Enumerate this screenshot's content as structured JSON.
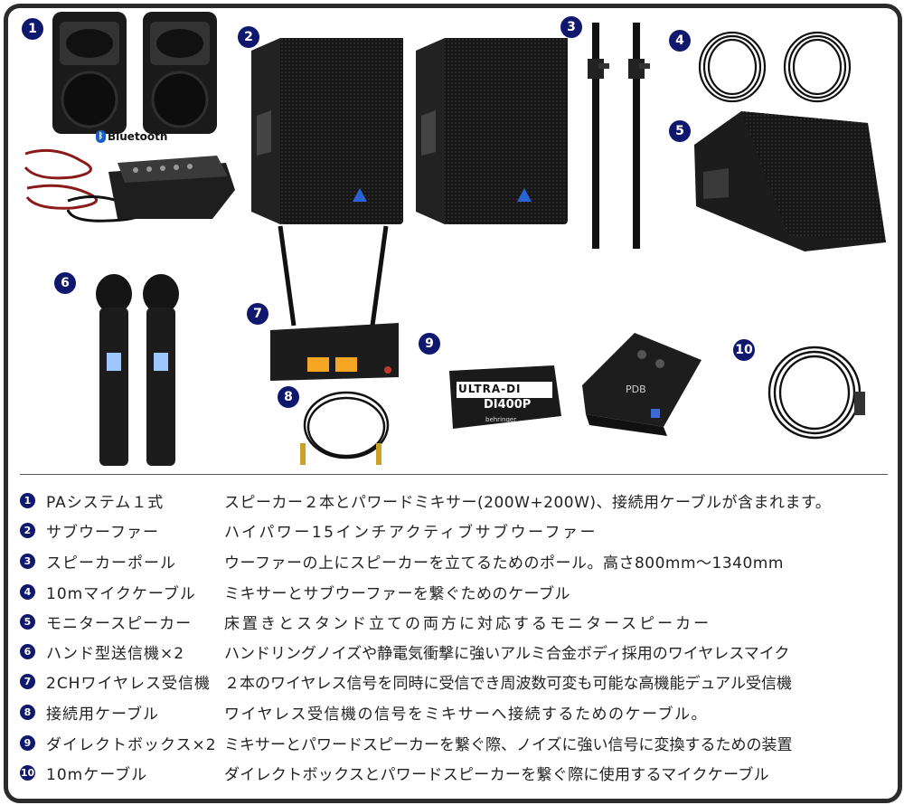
{
  "bluetooth_label": "Bluetooth",
  "items": [
    {
      "num": "1",
      "name": "PAシステム１式",
      "desc": "スピーカー２本とパワードミキサー(200W+200W)、接続用ケーブルが含まれます。"
    },
    {
      "num": "2",
      "name": "サブウーファー",
      "desc": "ハイパワー15インチアクティブサブウーファー"
    },
    {
      "num": "3",
      "name": "スピーカーポール",
      "desc": "ウーファーの上にスピーカーを立てるためのポール。高さ800mm〜1340mm"
    },
    {
      "num": "4",
      "name": "10mマイクケーブル",
      "desc": "ミキサーとサブウーファーを繋ぐためのケーブル"
    },
    {
      "num": "5",
      "name": "モニタースピーカー",
      "desc": "床置きとスタンド立ての両方に対応するモニタースピーカー"
    },
    {
      "num": "6",
      "name": "ハンド型送信機×2",
      "desc": "ハンドリングノイズや静電気衝撃に強いアルミ合金ボディ採用のワイヤレスマイク"
    },
    {
      "num": "7",
      "name": "2CHワイヤレス受信機",
      "desc": "２本のワイヤレス信号を同時に受信でき周波数可変も可能な高機能デュアル受信機"
    },
    {
      "num": "8",
      "name": "接続用ケーブル",
      "desc": "ワイヤレス受信機の信号をミキサーへ接続するためのケーブル。"
    },
    {
      "num": "9",
      "name": "ダイレクトボックス×2",
      "desc": "ミキサーとパワードスピーカーを繋ぐ際、ノイズに強い信号に変換するための装置"
    },
    {
      "num": "10",
      "name": "10mケーブル",
      "desc": "ダイレクトボックスとパワードスピーカーを繋ぐ際に使用するマイクケーブル"
    }
  ],
  "di400p": {
    "brand": "ULTRA-DI",
    "model": "DI400P",
    "maker": "behringer"
  },
  "pdb_label": "PDB",
  "colors": {
    "badge": "#10186e",
    "frame": "#2b2b2b",
    "bluetooth": "#1a62c7"
  }
}
